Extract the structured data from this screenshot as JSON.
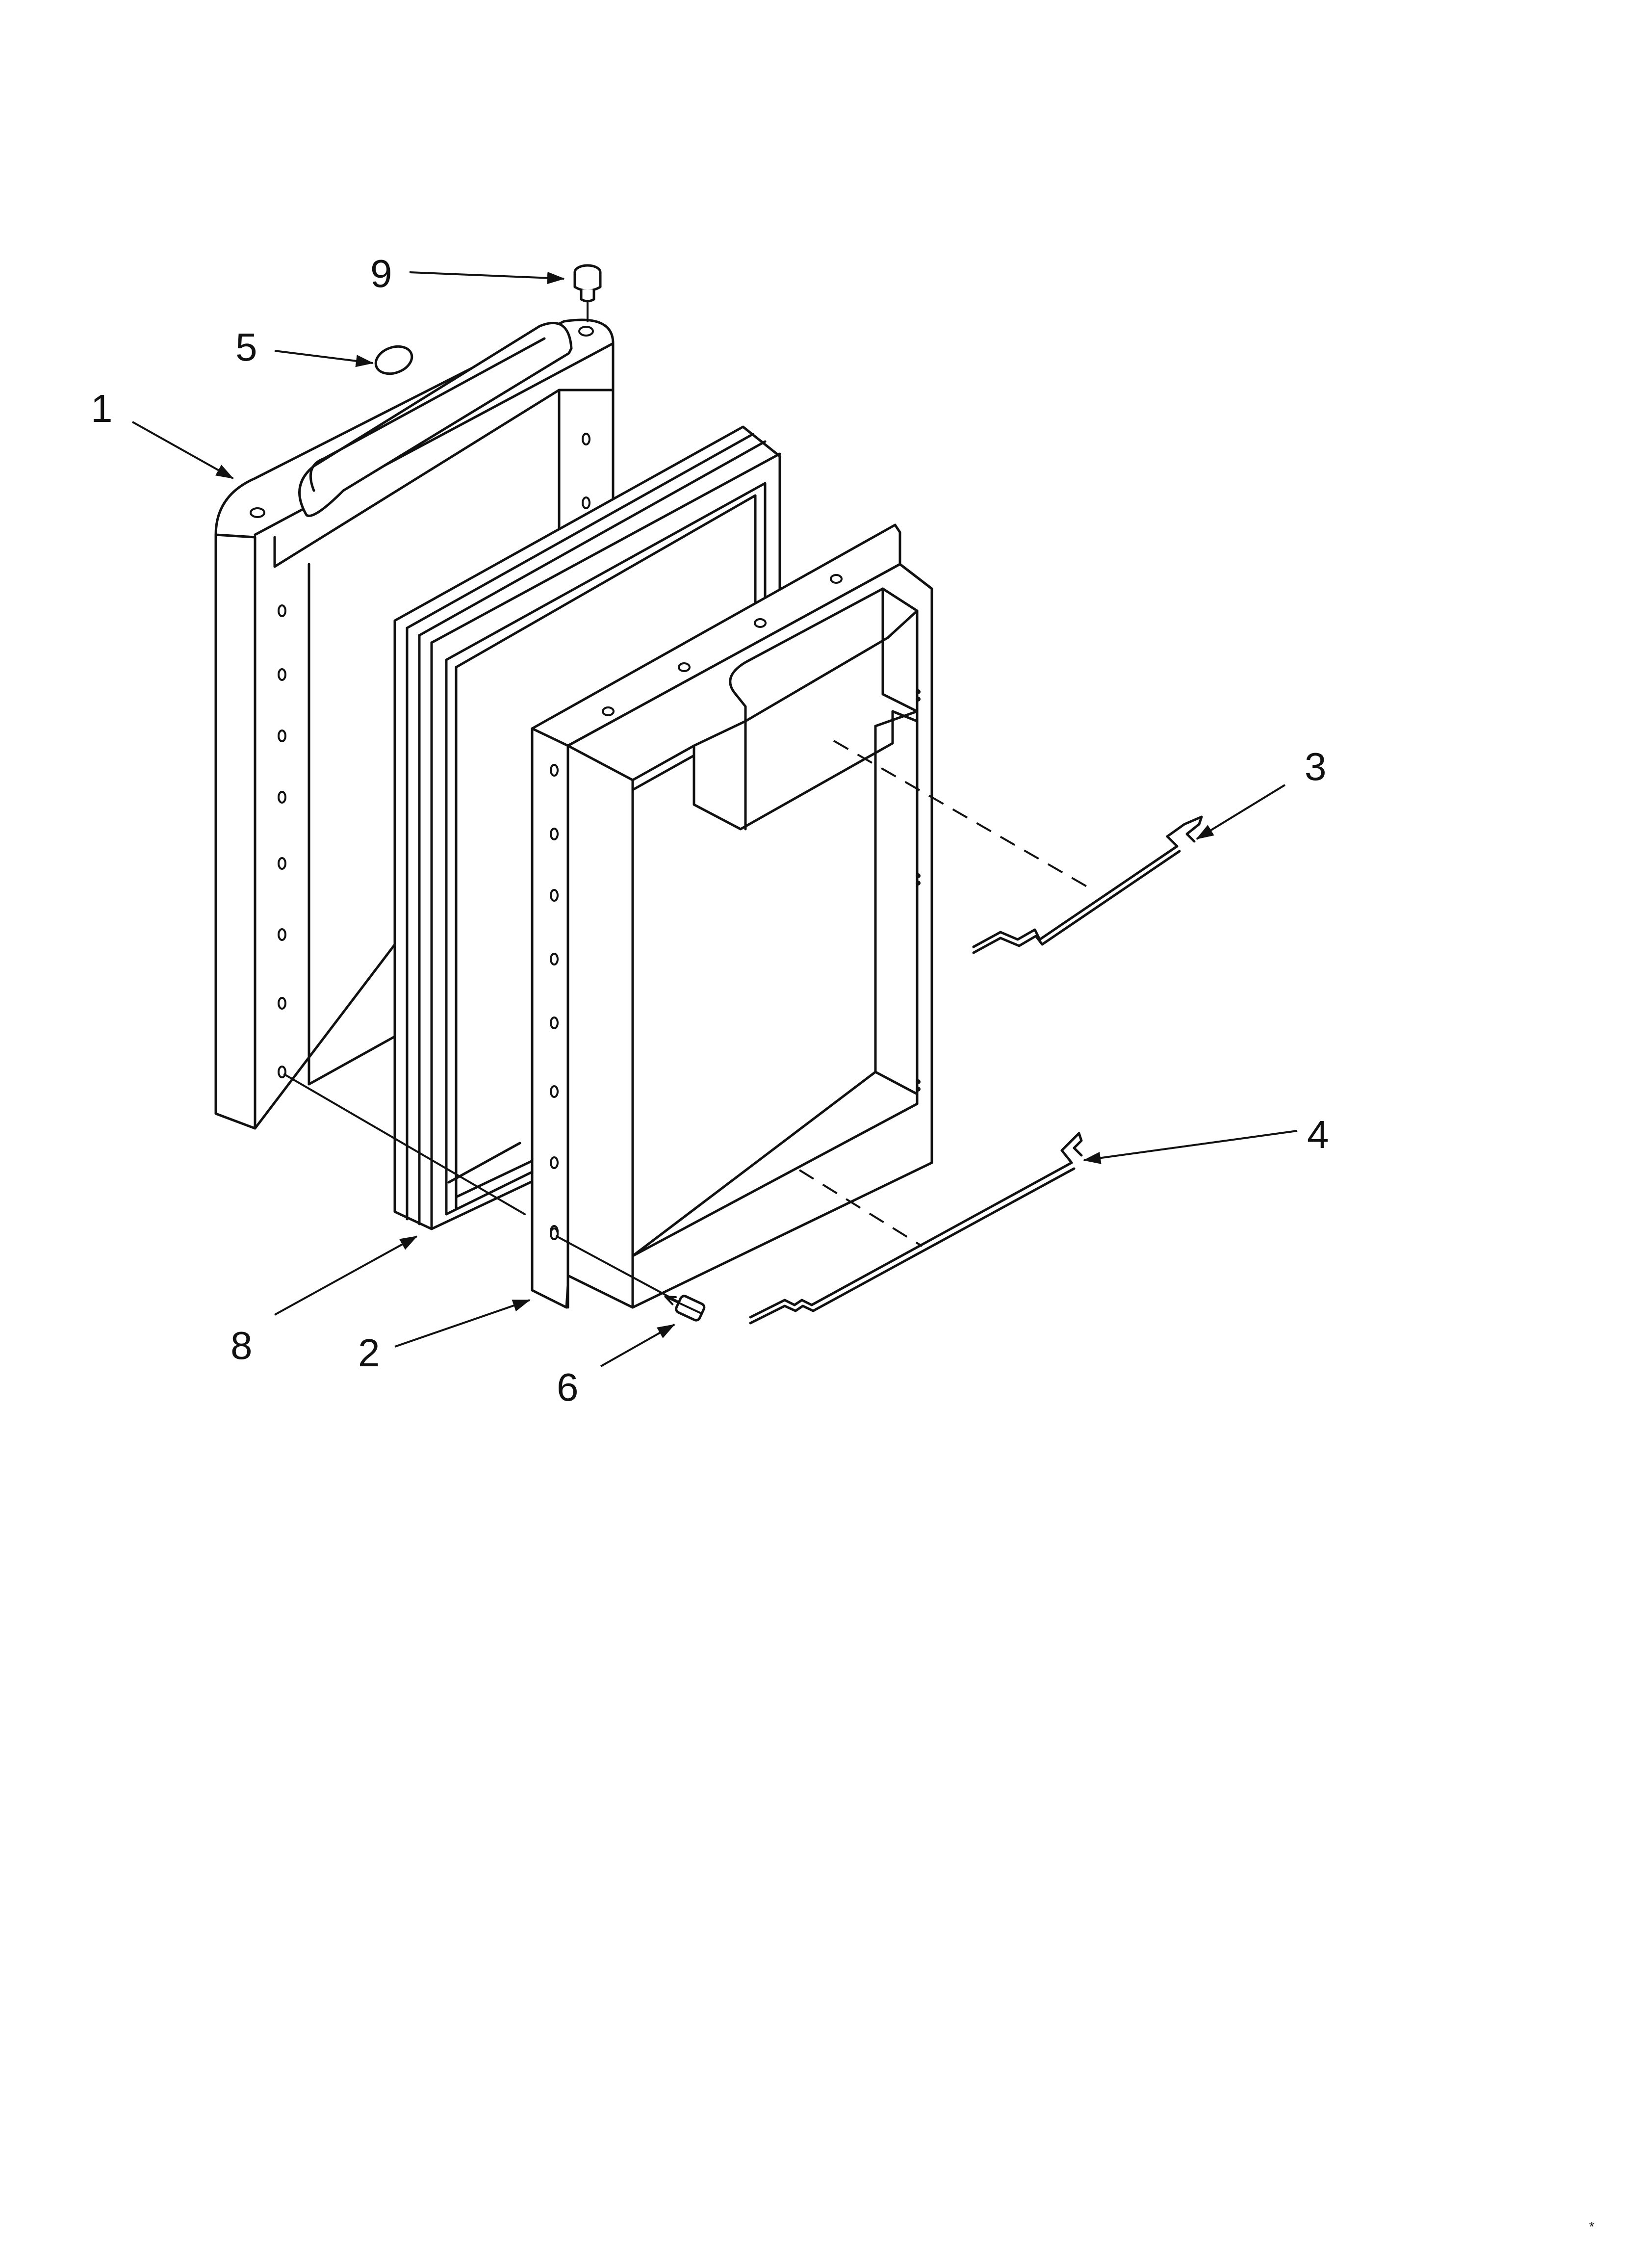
{
  "diagram": {
    "parts": [
      {
        "id": "1",
        "label": "1"
      },
      {
        "id": "2",
        "label": "2"
      },
      {
        "id": "3",
        "label": "3"
      },
      {
        "id": "4",
        "label": "4"
      },
      {
        "id": "5",
        "label": "5"
      },
      {
        "id": "6",
        "label": "6"
      },
      {
        "id": "8",
        "label": "8"
      },
      {
        "id": "9",
        "label": "9"
      }
    ],
    "corner_mark": "*"
  }
}
